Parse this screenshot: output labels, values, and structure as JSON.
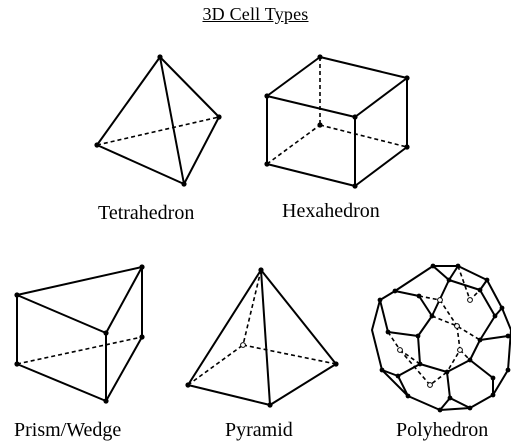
{
  "title": "3D Cell Types",
  "cells": [
    {
      "label": "Tetrahedron"
    },
    {
      "label": "Hexahedron"
    },
    {
      "label": "Prism/Wedge"
    },
    {
      "label": "Pyramid"
    },
    {
      "label": "Polyhedron"
    }
  ]
}
